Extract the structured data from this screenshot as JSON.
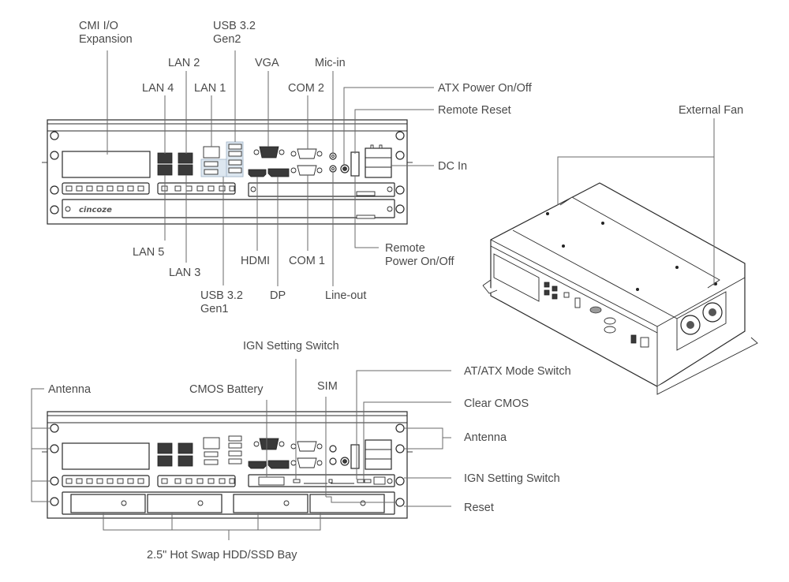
{
  "front_panel_top": {
    "labels": {
      "cmi_io": [
        "CMI I/O",
        "Expansion"
      ],
      "usb32_gen2": [
        "USB 3.2",
        "Gen2"
      ],
      "lan2": "LAN 2",
      "lan4": "LAN 4",
      "lan1": "LAN 1",
      "vga": "VGA",
      "mic_in": "Mic-in",
      "com2": "COM 2",
      "atx_power": "ATX Power On/Off",
      "remote_reset": "Remote Reset",
      "dc_in": "DC In",
      "remote_power": [
        "Remote",
        "Power On/Off"
      ],
      "lan5": "LAN 5",
      "lan3": "LAN 3",
      "usb32_gen1": [
        "USB 3.2",
        "Gen1"
      ],
      "hdmi": "HDMI",
      "dp": "DP",
      "com1": "COM 1",
      "line_out": "Line-out"
    },
    "brand": "cincoze"
  },
  "front_panel_bottom": {
    "labels": {
      "antenna_left": "Antenna",
      "cmos_battery": "CMOS Battery",
      "ign_switch_top": "IGN Setting Switch",
      "sim": "SIM",
      "at_atx_mode": "AT/ATX Mode Switch",
      "clear_cmos": "Clear CMOS",
      "antenna_right": "Antenna",
      "ign_switch_right": "IGN Setting Switch",
      "reset": "Reset",
      "hdd_bay": "2.5\" Hot Swap HDD/SSD Bay"
    }
  },
  "isometric_view": {
    "labels": {
      "external_fan": "External Fan"
    }
  }
}
